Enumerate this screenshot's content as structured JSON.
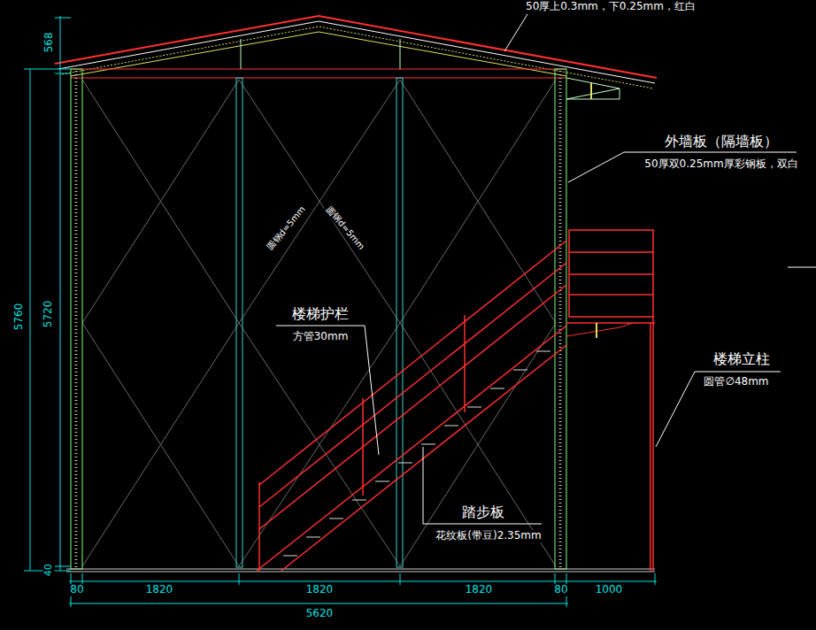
{
  "diagram": {
    "labels": [
      "50厚上0.3mm，下0.25mm，红白",
      "外墙板（隔墙板）",
      "50厚双0.25mm厚彩钢板，双白",
      "圆钢d=5mm",
      "圆钢d=5mm",
      "楼梯护栏",
      "方管30mm",
      "楼梯立柱",
      "圆管∅48mm",
      "踏步板",
      "花纹板(带豆)2.35mm",
      "568",
      "5760",
      "5720",
      "40",
      "80",
      "1820",
      "1820",
      "1820",
      "80",
      "1000",
      "5620"
    ]
  }
}
